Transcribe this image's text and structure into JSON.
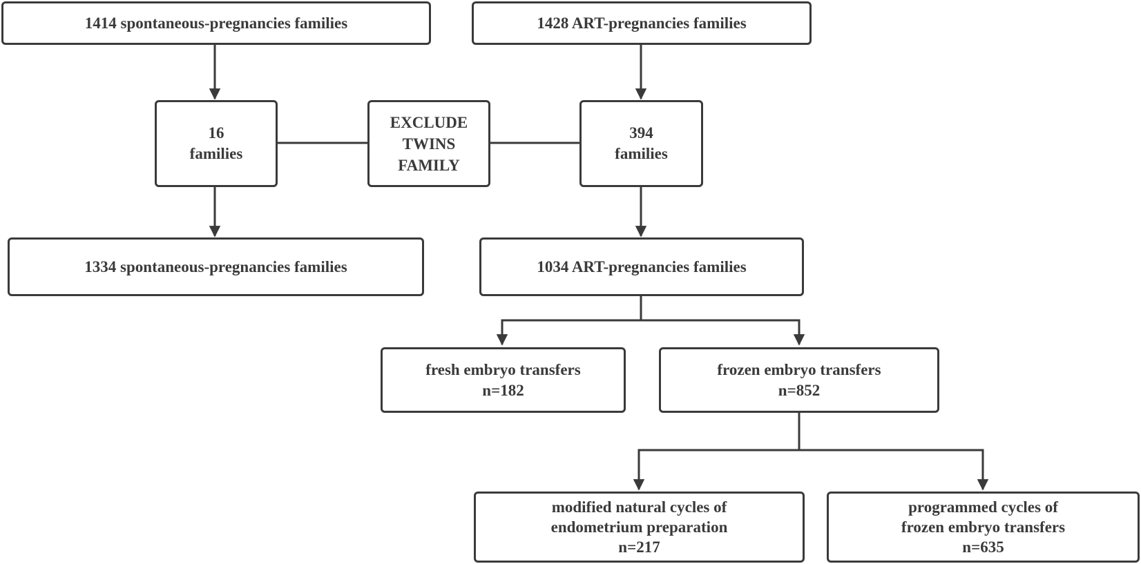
{
  "diagram": {
    "nodes": {
      "spont_start": {
        "lines": [
          "1414 spontaneous-pregnancies families"
        ]
      },
      "art_start": {
        "lines": [
          "1428 ART-pregnancies families"
        ]
      },
      "spont_twins": {
        "lines": [
          "16",
          "families"
        ]
      },
      "exclude": {
        "lines": [
          "EXCLUDE",
          "TWINS",
          "FAMILY"
        ]
      },
      "art_twins": {
        "lines": [
          "394",
          "families"
        ]
      },
      "spont_final": {
        "lines": [
          "1334 spontaneous-pregnancies families"
        ]
      },
      "art_final": {
        "lines": [
          "1034 ART-pregnancies families"
        ]
      },
      "fresh": {
        "lines": [
          "fresh embryo transfers",
          "n=182"
        ]
      },
      "frozen": {
        "lines": [
          "frozen embryo transfers",
          "n=852"
        ]
      },
      "modified": {
        "lines": [
          "modified natural cycles of",
          "endometrium preparation",
          "n=217"
        ]
      },
      "programmed": {
        "lines": [
          "programmed cycles of",
          "frozen embryo transfers",
          "n=635"
        ]
      }
    },
    "colors": {
      "stroke": "#3a3a3a",
      "text": "#3a3a3a",
      "background": "#ffffff"
    }
  }
}
